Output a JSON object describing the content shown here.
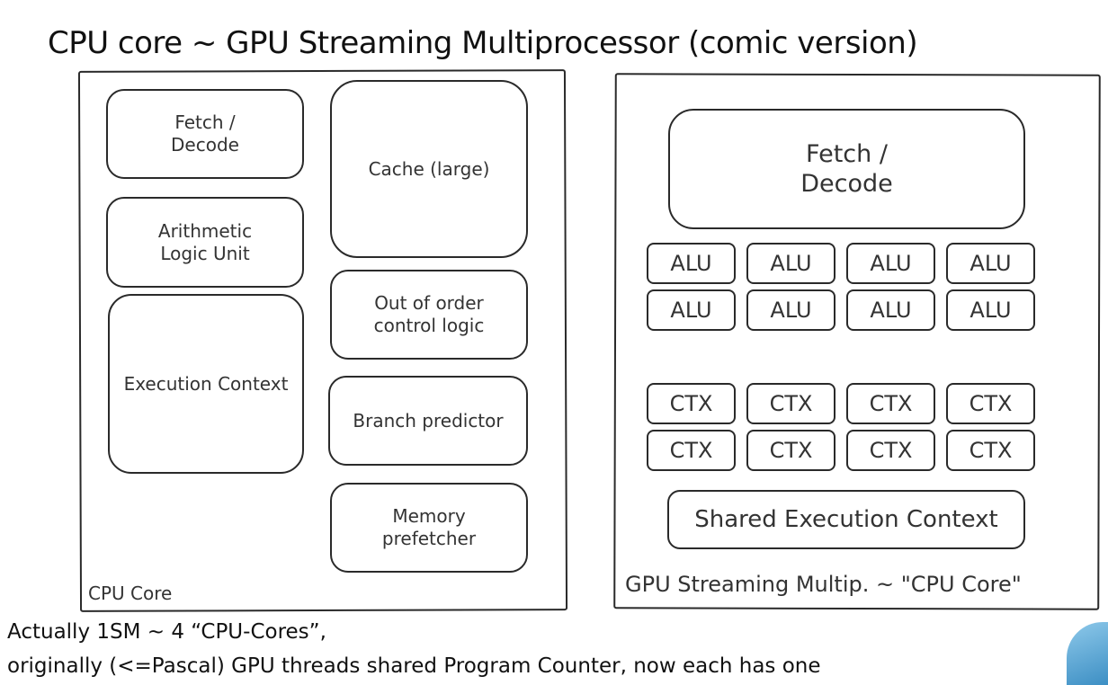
{
  "title": "CPU core ~ GPU Streaming Multiprocessor (comic version)",
  "cpu": {
    "label": "CPU Core",
    "fetch": "Fetch /\nDecode",
    "alu": "Arithmetic\nLogic Unit",
    "exec": "Execution Context",
    "cache": "Cache (large)",
    "ooo": "Out of order\ncontrol logic",
    "branch": "Branch predictor",
    "memory": "Memory\nprefetcher"
  },
  "gpu": {
    "label": "GPU Streaming Multip. ~ \"CPU Core\"",
    "fetch": "Fetch /\nDecode",
    "alu_label": "ALU",
    "ctx_label": "CTX",
    "shared": "Shared Execution Context"
  },
  "notes": {
    "line1": "Actually 1SM ~ 4 “CPU-Cores”,",
    "line2": "originally (<=Pascal) GPU threads shared Program Counter, now each has one"
  }
}
